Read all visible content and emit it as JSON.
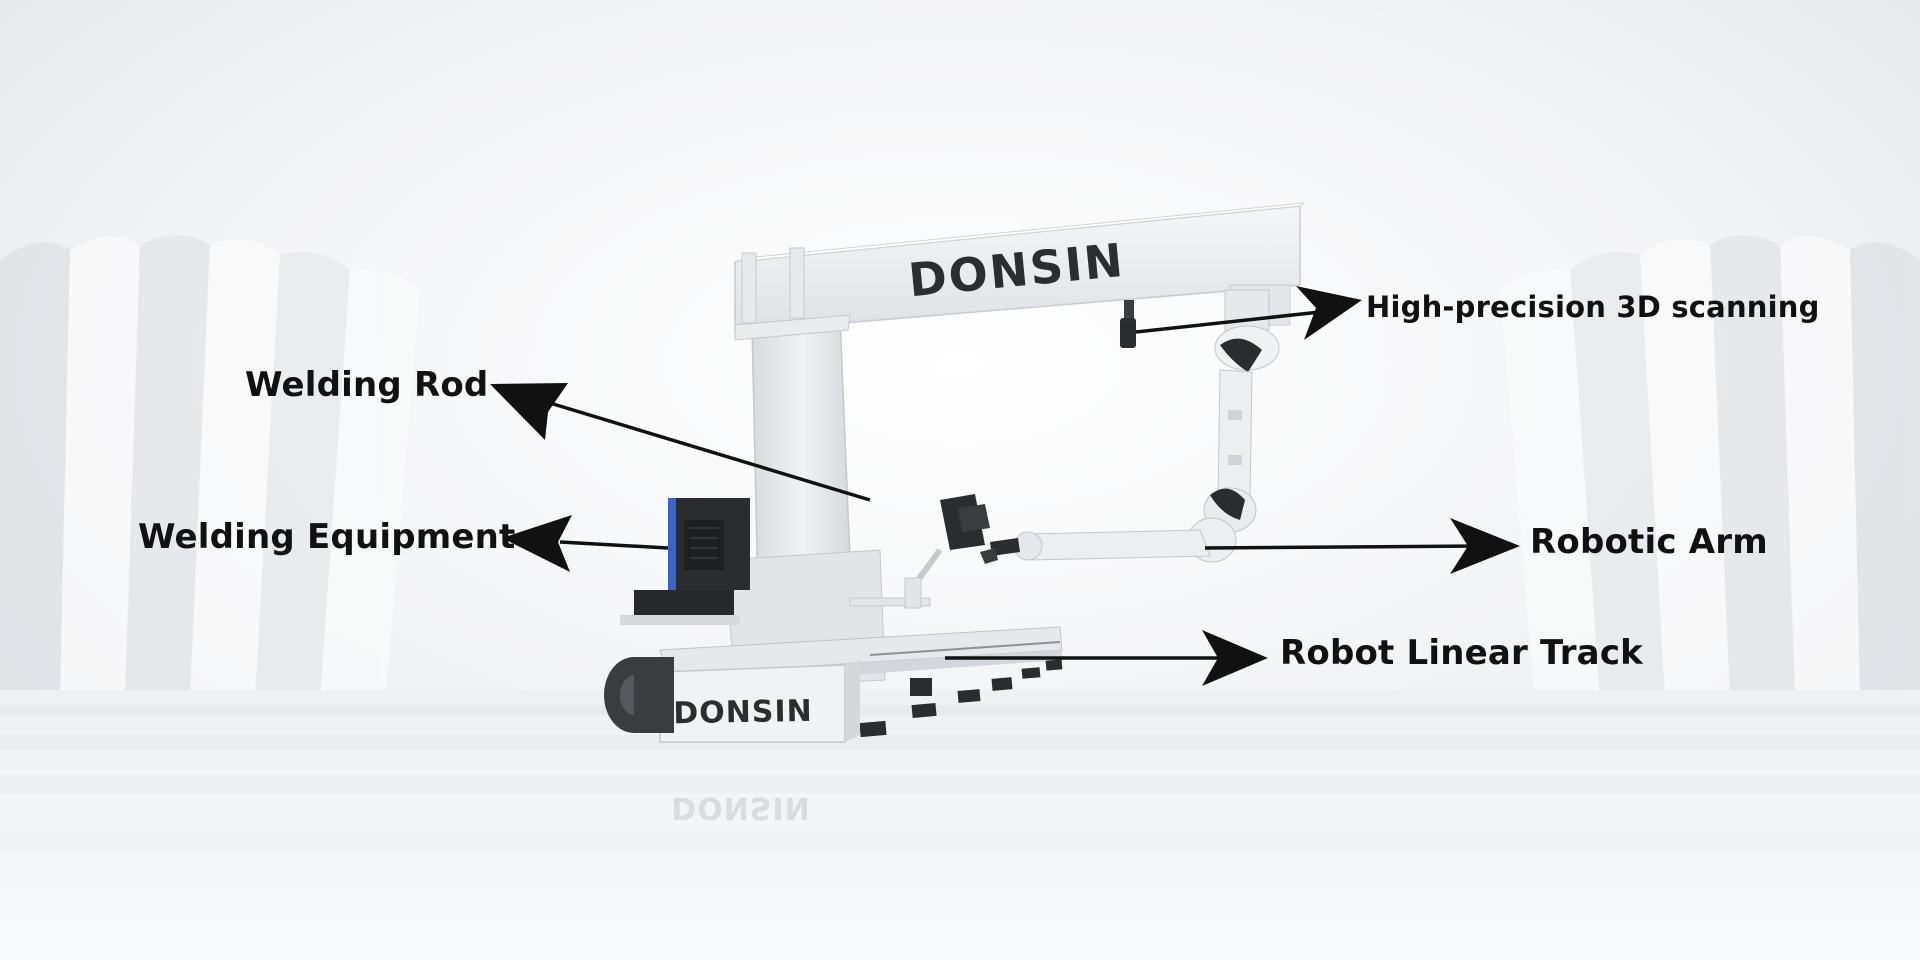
{
  "brand": {
    "beam_logo": "DONSIN",
    "base_logo": "DONSIN",
    "reflection_logo": "DONSIN"
  },
  "callouts": {
    "welding_rod": "Welding Rod",
    "welding_equipment": "Welding Equipment",
    "scanning": "High-precision 3D scanning",
    "robotic_arm": "Robotic Arm",
    "linear_track": "Robot Linear Track"
  },
  "colors": {
    "background": "#f3f4f6",
    "machine_white": "#ebedf0",
    "machine_shadow": "#c9ccd1",
    "dark_parts": "#2a2c30",
    "logo": "#2b2d31",
    "arrow": "#111111",
    "equipment_accent": "#3a64c8"
  }
}
